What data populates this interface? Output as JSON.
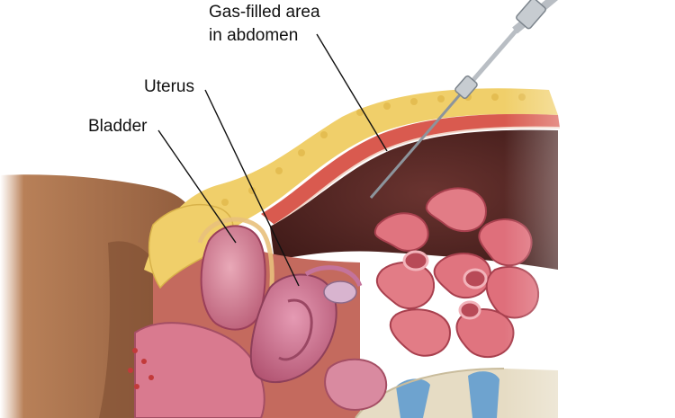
{
  "labels": {
    "gas_area_line1": "Gas-filled area",
    "gas_area_line2": "in abdomen",
    "uterus": "Uterus",
    "bladder": "Bladder"
  },
  "colors": {
    "skin": "#b07a55",
    "fat": "#f0cf6a",
    "muscle": "#d95a4f",
    "cavity": "#5a2a26",
    "organ_pink": "#d98aa0",
    "bowel": "#e0747f",
    "spine_blue": "#6ea3cf",
    "instrument": "#b9bec4"
  }
}
